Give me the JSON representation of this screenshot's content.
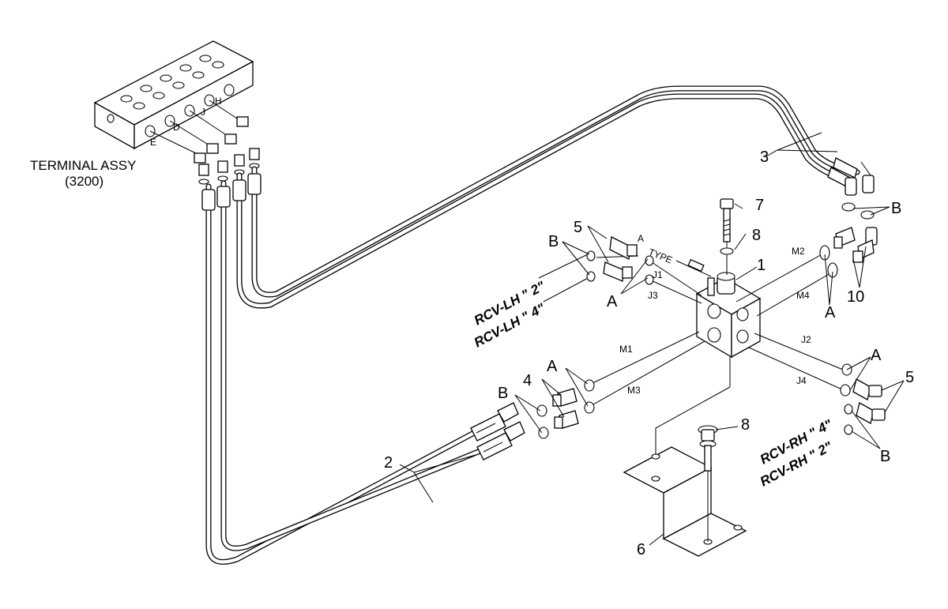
{
  "labels": {
    "terminal_assy": "TERMINAL ASSY",
    "terminal_code": "(3200)",
    "type_note": "TYPE",
    "type_letter": "A",
    "rcv_lh_2": "RCV-LH \" 2\"",
    "rcv_lh_4": "RCV-LH \" 4\"",
    "rcv_rh_4": "RCV-RH \" 4\"",
    "rcv_rh_2": "RCV-RH \" 2\""
  },
  "port_labels": {
    "h": "H",
    "j": "J",
    "d": "D",
    "e": "E",
    "m1": "M1",
    "m2": "M2",
    "m3": "M3",
    "m4": "M4",
    "j1": "J1",
    "j2": "J2",
    "j3": "J3",
    "j4": "J4"
  },
  "callouts": {
    "n1": "1",
    "n2": "2",
    "n3": "3",
    "n4": "4",
    "n5": "5",
    "n6": "6",
    "n7": "7",
    "n8": "8",
    "n10": "10",
    "a": "A",
    "b": "B"
  }
}
